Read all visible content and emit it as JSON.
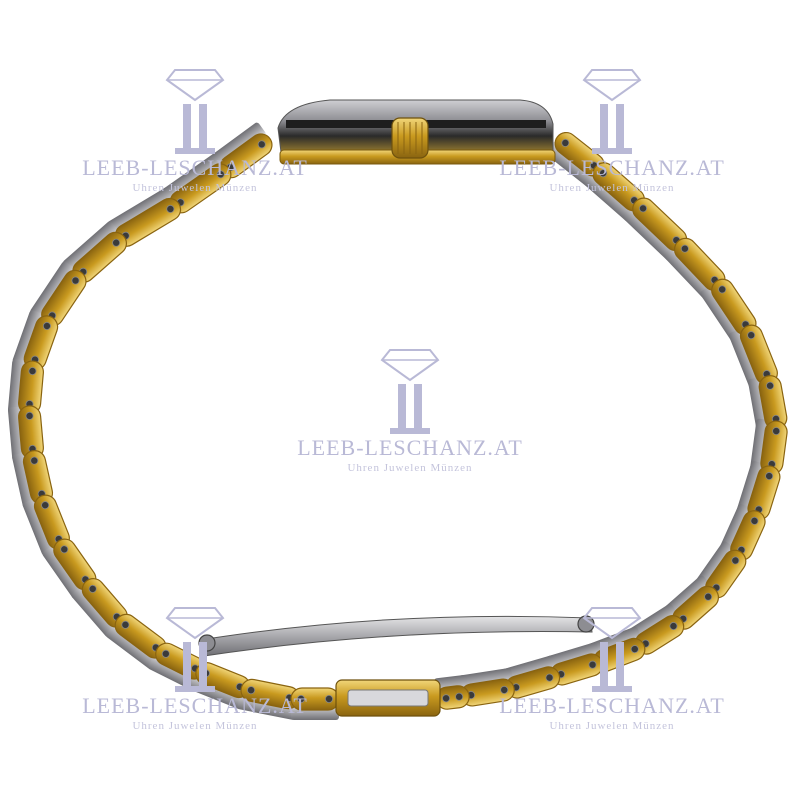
{
  "photo": {
    "subject": "two-tone-watch-bracelet",
    "colors": {
      "gold": "#c99a1f",
      "gold_light": "#f1d67a",
      "gold_dark": "#8a6410",
      "steel": "#b4b4b8",
      "steel_dark": "#6f6f74",
      "pin": "#3a3a3a",
      "watermark": "#b9b9d6"
    }
  },
  "watermark": {
    "brand": "LEEB-LESCHANZ.AT",
    "tagline": "Uhren Juwelen Münzen",
    "icon": "diamond-monogram-icon"
  }
}
